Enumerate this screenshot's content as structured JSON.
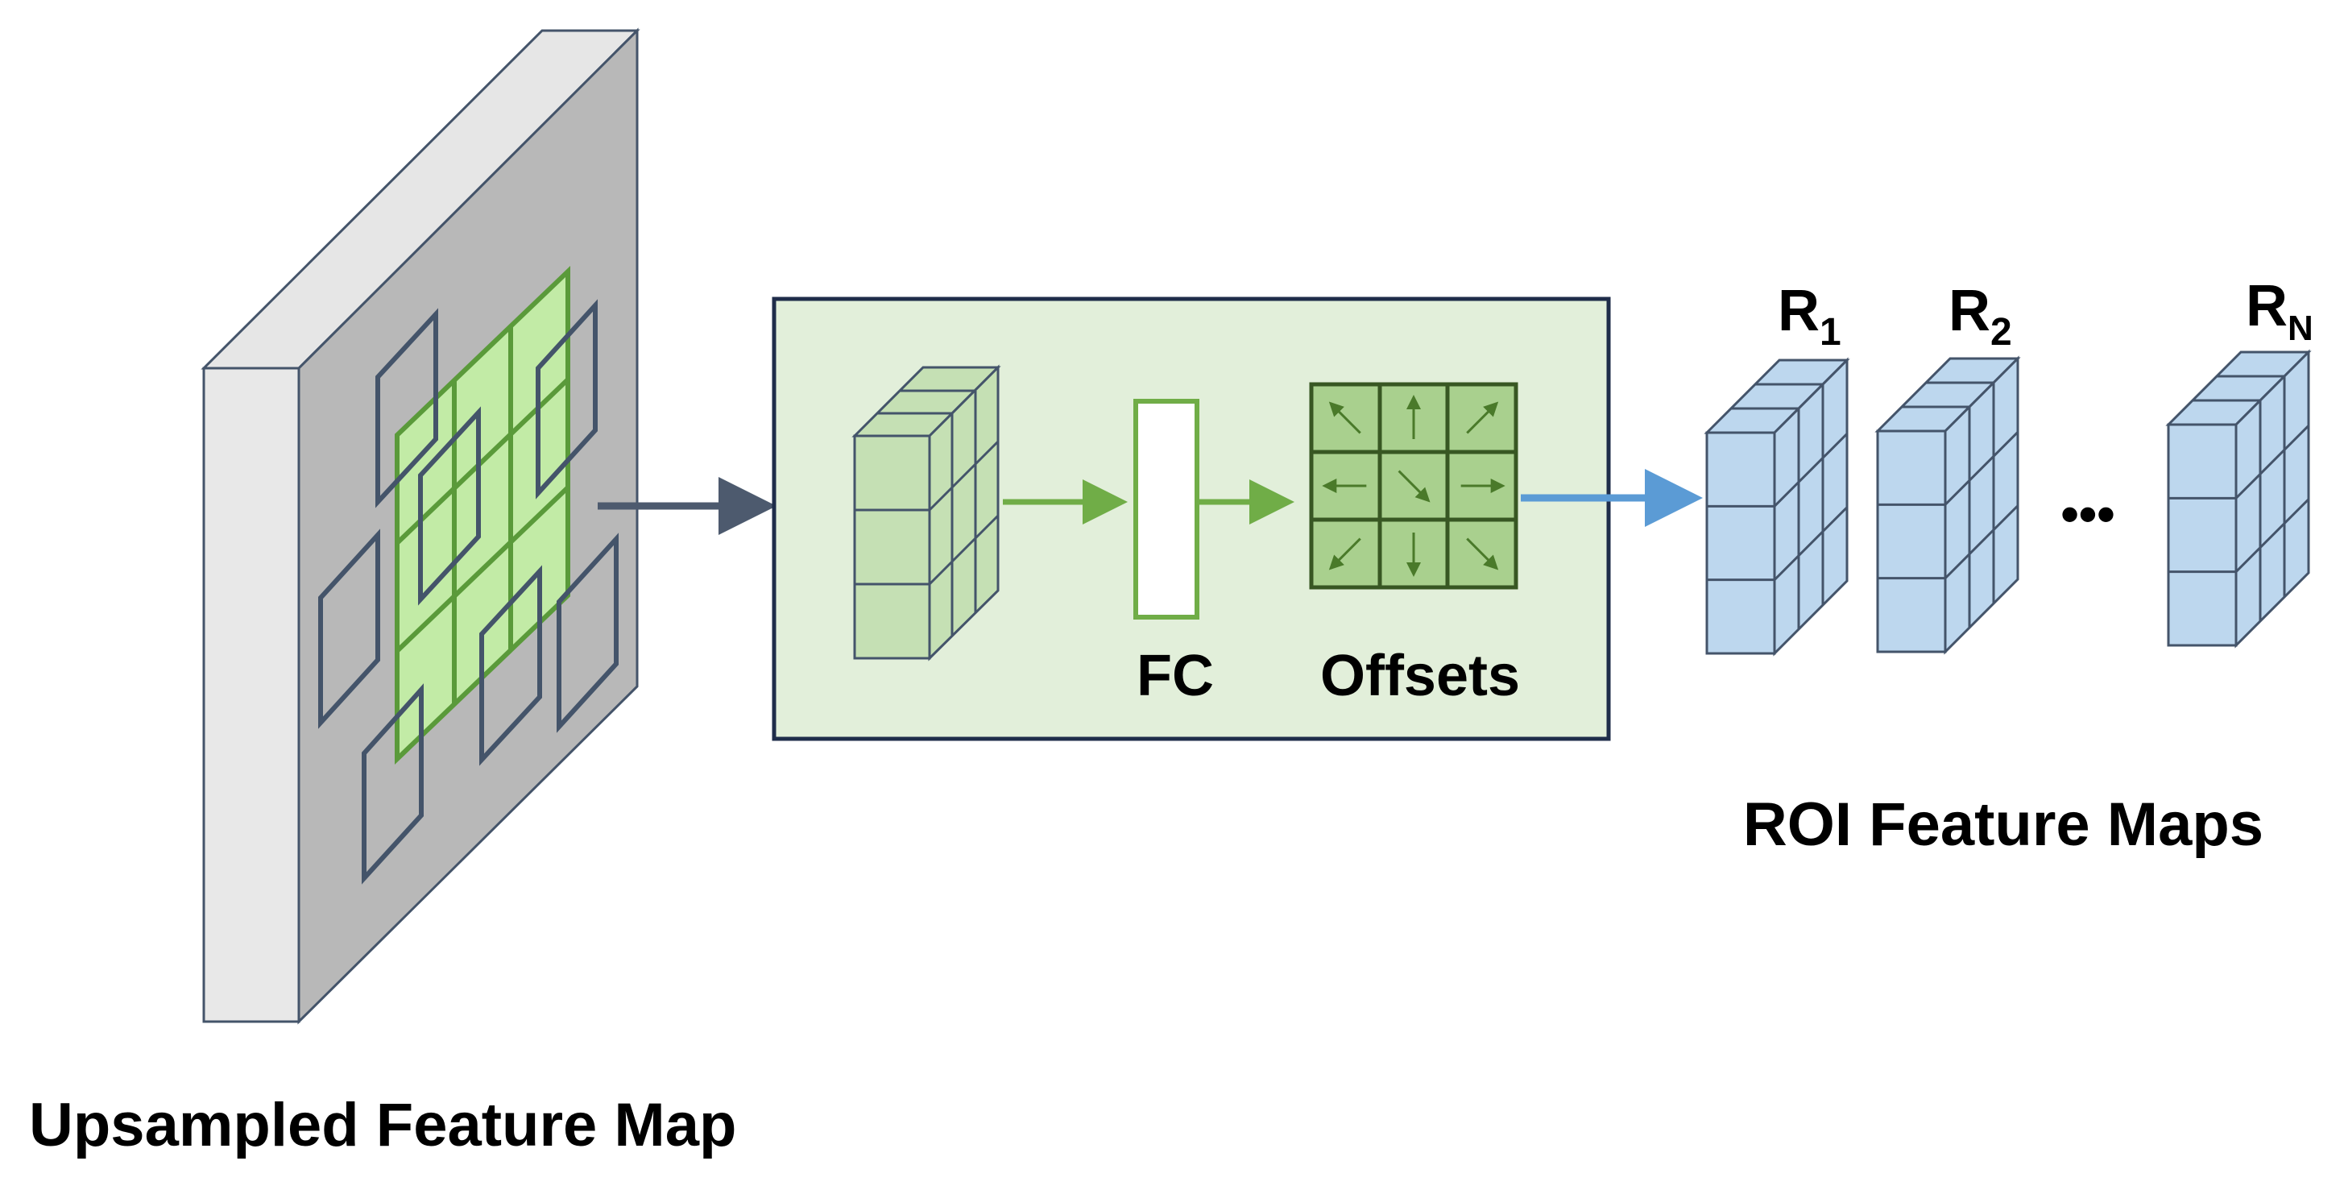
{
  "labels": {
    "upsampled": "Upsampled Feature Map",
    "fc": "FC",
    "offsets": "Offsets",
    "roi": "ROI Feature Maps",
    "ellipsis": "•••"
  },
  "roi_maps": [
    {
      "letter": "R",
      "sub": "1"
    },
    {
      "letter": "R",
      "sub": "2"
    },
    {
      "letter": "R",
      "sub": "N"
    }
  ],
  "offset_arrows": [
    "up-left",
    "up",
    "up-right",
    "left",
    "down-right",
    "right",
    "down-left",
    "down",
    "down-right"
  ],
  "colors": {
    "slab_face": "#b8b8b8",
    "slab_side": "#e8e8e8",
    "outline": "#44546a",
    "green_grid": "#c2eba6",
    "green_line": "#5a9a3a",
    "panel_bg": "#e2efda",
    "panel_border": "#1f2d4a",
    "cube_green": "#c5e0b4",
    "offset_cell": "#a9d08e",
    "offset_border": "#385723",
    "offset_arrow": "#4a7a2a",
    "fc_border": "#70ad47",
    "arrow_green": "#70ad47",
    "arrow_blue": "#5b9bd5",
    "cube_blue": "#bdd7ee",
    "arrow_dark": "#4d5a6e"
  }
}
